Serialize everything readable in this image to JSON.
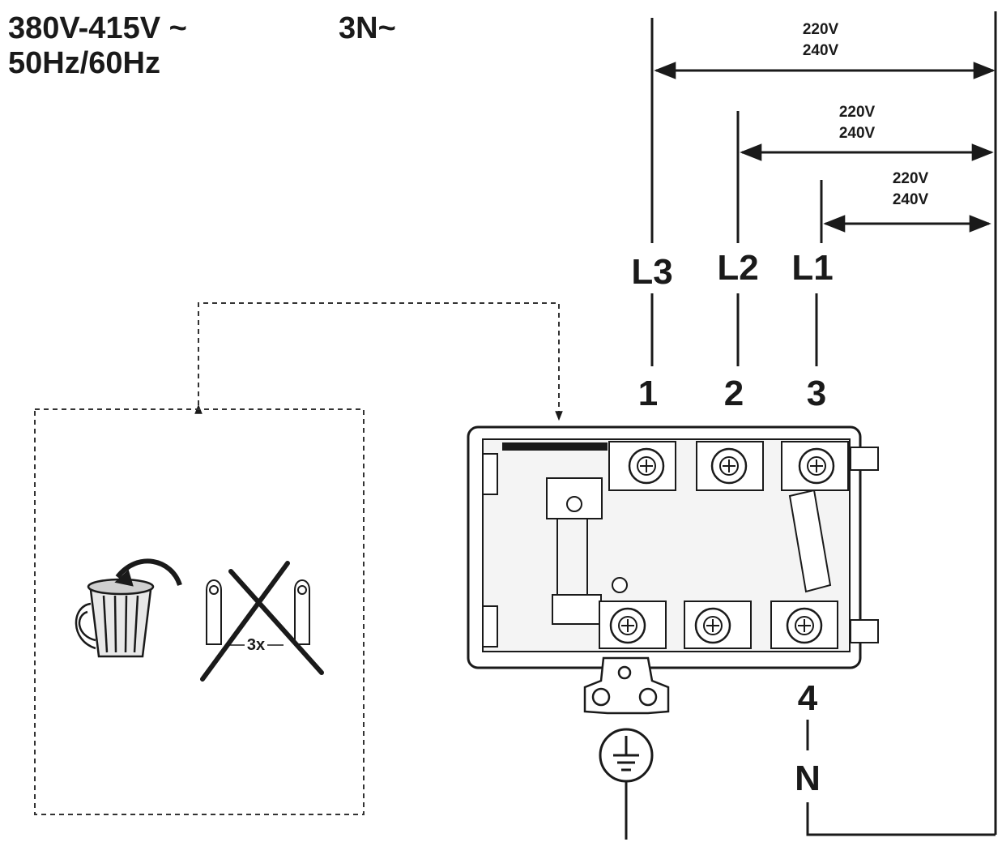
{
  "header": {
    "voltage": "380V-415V ~",
    "frequency": "50Hz/60Hz",
    "phase": "3N~"
  },
  "voltage_spans": [
    {
      "line1": "220V",
      "line2": "240V"
    },
    {
      "line1": "220V",
      "line2": "240V"
    },
    {
      "line1": "220V",
      "line2": "240V"
    }
  ],
  "phases": [
    {
      "label": "L3",
      "terminal": "1"
    },
    {
      "label": "L2",
      "terminal": "2"
    },
    {
      "label": "L1",
      "terminal": "3"
    }
  ],
  "neutral": {
    "terminal": "4",
    "label": "N"
  },
  "warning": {
    "repeat_label": "3x"
  },
  "icons": [
    "trash-bin-icon",
    "bridge-clip-icon",
    "earth-ground-icon",
    "terminal-screw-icon"
  ]
}
